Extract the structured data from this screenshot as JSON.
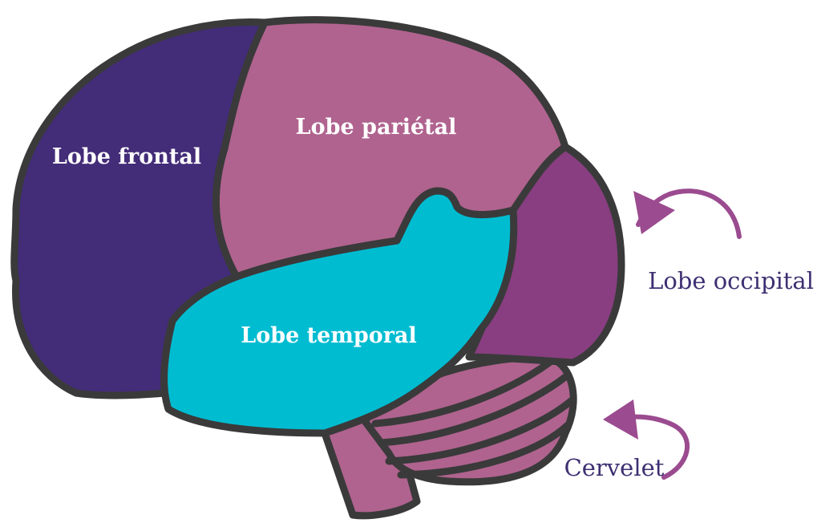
{
  "labels": {
    "frontal": "Lobe frontal",
    "parietal": "Lobe pariétal",
    "temporal": "Lobe temporal",
    "occipital": "Lobe occipital",
    "cerebellum": "Cervelet"
  },
  "colors": {
    "frontal": "#432c78",
    "parietal": "#b0638f",
    "temporal": "#00bcd1",
    "occipital": "#883e80",
    "cerebellum": "#b0638f",
    "brainstem": "#b0638f",
    "outline": "#3a3a3a",
    "label_text": "#ffffff",
    "external_text": "#3e2f72",
    "arrow": "#9b4b8f"
  }
}
